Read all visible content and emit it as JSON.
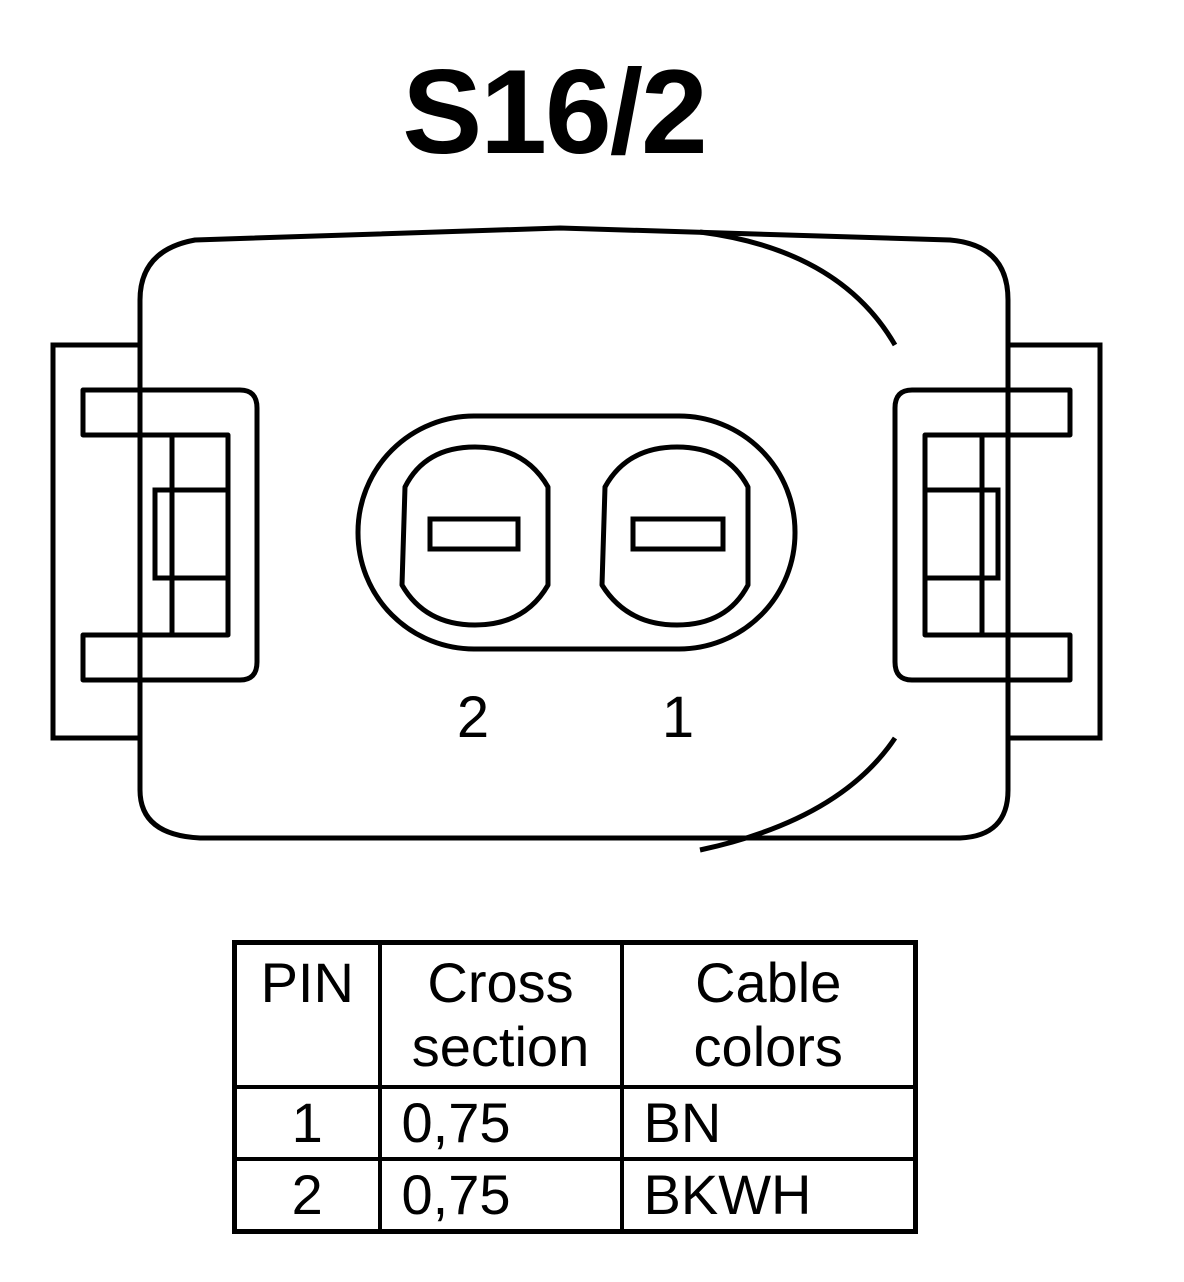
{
  "title": "S16/2",
  "connector": {
    "pin_labels": [
      "2",
      "1"
    ]
  },
  "pin_table": {
    "headers": {
      "pin": "PIN",
      "cross_section": [
        "Cross",
        "section"
      ],
      "cable_colors": [
        "Cable",
        "colors"
      ]
    },
    "rows": [
      {
        "pin": "1",
        "cross_section": "0,75",
        "cable_color": "BN"
      },
      {
        "pin": "2",
        "cross_section": "0,75",
        "cable_color": "BKWH"
      }
    ]
  }
}
